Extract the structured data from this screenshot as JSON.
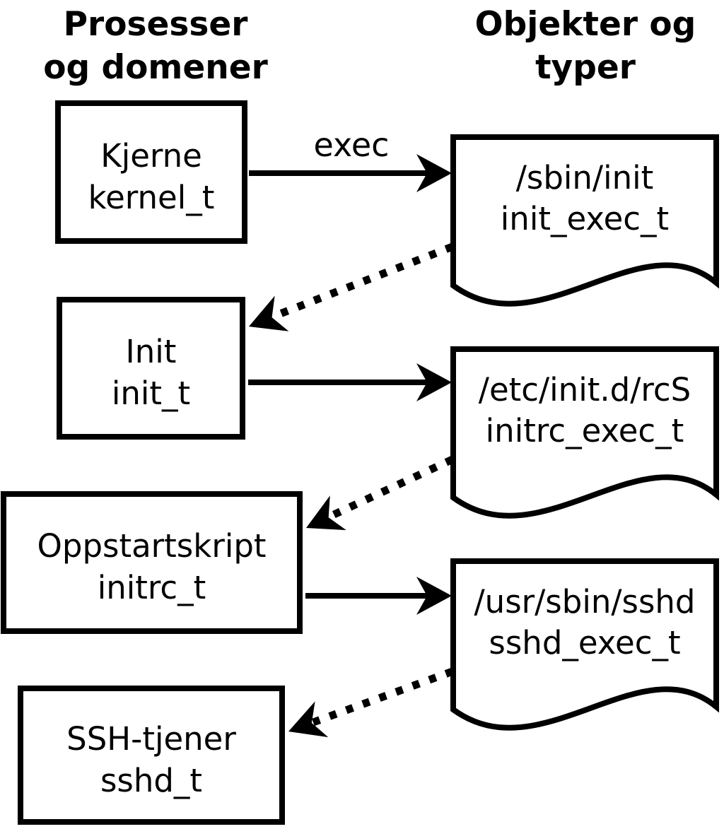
{
  "headers": {
    "left": {
      "line1": "Prosesser",
      "line2": "og domener"
    },
    "right": {
      "line1": "Objekter og",
      "line2": "typer"
    }
  },
  "process_boxes": [
    {
      "label": "Kjerne",
      "type": "kernel_t"
    },
    {
      "label": "Init",
      "type": "init_t"
    },
    {
      "label": "Oppstartskript",
      "type": "initrc_t"
    },
    {
      "label": "SSH-tjener",
      "type": "sshd_t"
    }
  ],
  "object_docs": [
    {
      "path": "/sbin/init",
      "type": "init_exec_t"
    },
    {
      "path": "/etc/init.d/rcS",
      "type": "initrc_exec_t"
    },
    {
      "path": "/usr/sbin/sshd",
      "type": "sshd_exec_t"
    }
  ],
  "edges": {
    "exec_label": "exec",
    "solid": [
      {
        "from": "kernel_t",
        "to": "init_exec_t",
        "label": "exec"
      },
      {
        "from": "init_t",
        "to": "initrc_exec_t",
        "label": ""
      },
      {
        "from": "initrc_t",
        "to": "sshd_exec_t",
        "label": ""
      }
    ],
    "dotted": [
      {
        "from": "init_exec_t",
        "to": "init_t"
      },
      {
        "from": "initrc_exec_t",
        "to": "initrc_t"
      },
      {
        "from": "sshd_exec_t",
        "to": "sshd_t"
      }
    ]
  },
  "colors": {
    "ink": "#000000",
    "background": "#ffffff"
  }
}
